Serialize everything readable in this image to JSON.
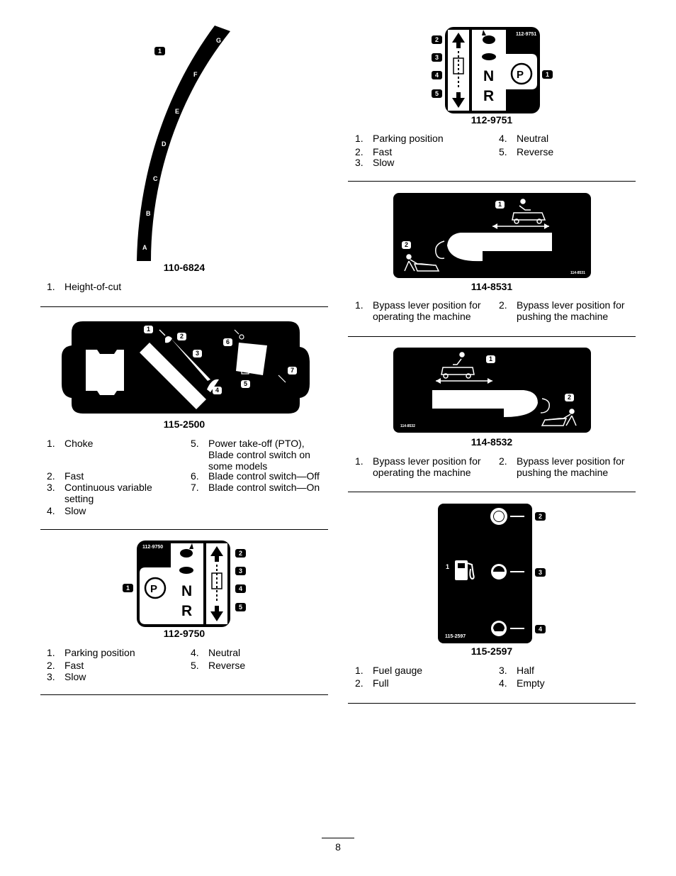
{
  "decal_110_6824": {
    "letters": [
      "G",
      "F",
      "E",
      "D",
      "C",
      "B",
      "A"
    ],
    "callout": "1",
    "code": "110-6824",
    "legend": [
      {
        "n": "1.",
        "t": "Height-of-cut"
      }
    ]
  },
  "decal_115_2500": {
    "callouts": [
      "1",
      "2",
      "3",
      "4",
      "5",
      "6",
      "7"
    ],
    "code": "115-2500",
    "legend": [
      {
        "n": "1.",
        "t": "Choke"
      },
      {
        "n": "2.",
        "t": "Fast"
      },
      {
        "n": "3.",
        "t": "Continuous variable setting"
      },
      {
        "n": "4.",
        "t": "Slow"
      },
      {
        "n": "5.",
        "t": "Power take-off (PTO), Blade control switch on some models"
      },
      {
        "n": "6.",
        "t": "Blade control switch—Off"
      },
      {
        "n": "7.",
        "t": "Blade control switch—On"
      }
    ]
  },
  "decal_112_9750": {
    "stamp": "112-9750",
    "n_label": "N",
    "r_label": "R",
    "p_label": "P",
    "callouts": [
      "1",
      "2",
      "3",
      "4",
      "5"
    ],
    "code": "112-9750",
    "legend": [
      {
        "n": "1.",
        "t": "Parking position"
      },
      {
        "n": "2.",
        "t": "Fast"
      },
      {
        "n": "3.",
        "t": "Slow"
      },
      {
        "n": "4.",
        "t": "Neutral"
      },
      {
        "n": "5.",
        "t": "Reverse"
      }
    ]
  },
  "decal_112_9751": {
    "stamp": "112-9751",
    "n_label": "N",
    "r_label": "R",
    "p_label": "P",
    "callouts": [
      "1",
      "2",
      "3",
      "4",
      "5"
    ],
    "code": "112-9751",
    "legend": [
      {
        "n": "1.",
        "t": "Parking position"
      },
      {
        "n": "2.",
        "t": "Fast"
      },
      {
        "n": "3.",
        "t": "Slow"
      },
      {
        "n": "4.",
        "t": "Neutral"
      },
      {
        "n": "5.",
        "t": "Reverse"
      }
    ]
  },
  "decal_114_8531": {
    "stamp": "114-8531",
    "callouts": [
      "1",
      "2"
    ],
    "code": "114-8531",
    "legend": [
      {
        "n": "1.",
        "t": "Bypass lever position for operating the machine"
      },
      {
        "n": "2.",
        "t": "Bypass lever position for pushing the machine"
      }
    ]
  },
  "decal_114_8532": {
    "stamp": "114-8532",
    "callouts": [
      "1",
      "2"
    ],
    "code": "114-8532",
    "legend": [
      {
        "n": "1.",
        "t": "Bypass lever position for operating the machine"
      },
      {
        "n": "2.",
        "t": "Bypass lever position for pushing the machine"
      }
    ]
  },
  "decal_115_2597": {
    "stamp": "115-2597",
    "callouts": [
      "1",
      "2",
      "3",
      "4"
    ],
    "code": "115-2597",
    "legend": [
      {
        "n": "1.",
        "t": "Fuel gauge"
      },
      {
        "n": "2.",
        "t": "Full"
      },
      {
        "n": "3.",
        "t": "Half"
      },
      {
        "n": "4.",
        "t": "Empty"
      }
    ]
  },
  "page_number": "8"
}
